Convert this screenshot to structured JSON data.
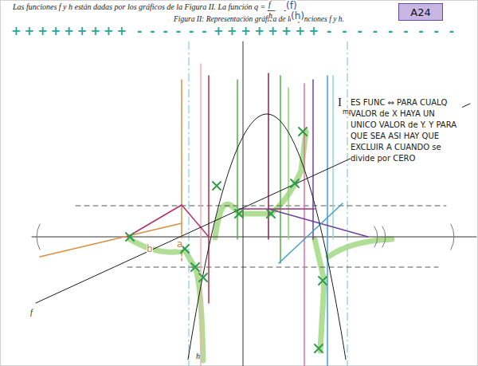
{
  "diagram": {
    "title": "Las funciones f y h están dadas por los gráficos de la Figura II. La función q =",
    "caption": "Figura II: Representación gráfica de las funciones f y h.",
    "nodes": [
      {
        "text": [
          "A24"
        ]
      }
    ],
    "labels": [
      "f",
      "h",
      "(f)",
      "(h)",
      "+++++++++",
      "------",
      "++++++++",
      "---------",
      "I",
      "mp",
      "ES FUNC ⇔ PARA CUALQ VALOR de X HAYA UN UNICO VALOR de Y. Y PARA QUE SEA ASI HAY QUE EXCLUIR A CUANDO se divide por CERO",
      "b",
      "a",
      "f",
      "h"
    ]
  }
}
